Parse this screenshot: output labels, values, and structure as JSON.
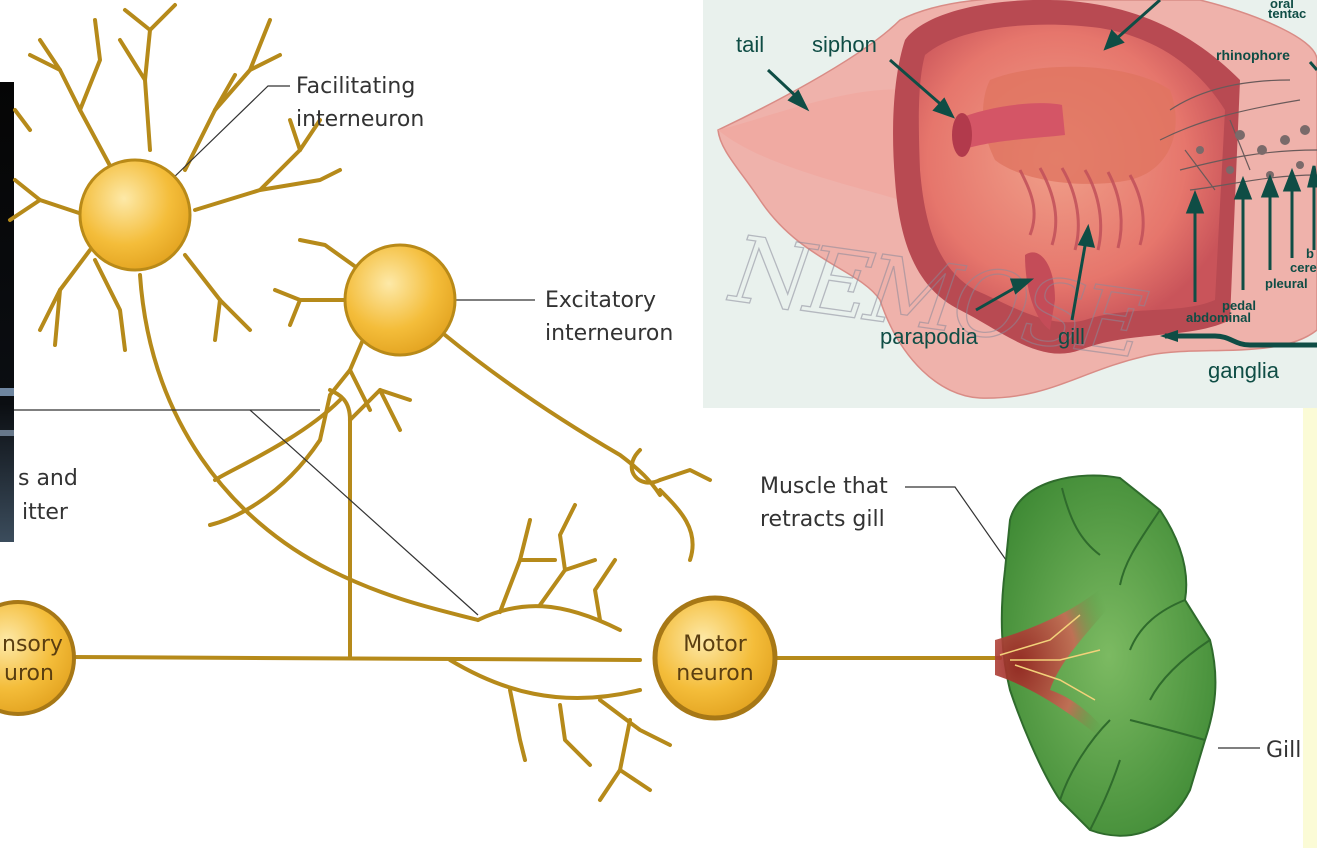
{
  "colors": {
    "axon": "#b68a1a",
    "soma_fill": "#f2b62d",
    "soma_stroke": "#b98a18",
    "gill_green": "#4f9a3f",
    "gill_dark": "#2f6b2c",
    "aplysia_teal": "#0f4d45",
    "aplysia_body": "#e87a72",
    "aplysia_panel": "#e6f0ec",
    "photo_dark": "#0a0a0a"
  },
  "neural_circuit": {
    "facilitating_label_1": "Facilitating",
    "facilitating_label_2": "interneuron",
    "excitatory_label_1": "Excitatory",
    "excitatory_label_2": "interneuron",
    "muscle_label_1": "Muscle that",
    "muscle_label_2": "retracts gill",
    "gill_label": "Gill",
    "motor_label_1": "Motor",
    "motor_label_2": "neuron",
    "sensory_label_1": "nsory",
    "sensory_label_2": "uron",
    "partial_label_1": "s and",
    "partial_label_2": "itter"
  },
  "aplysia": {
    "tail": "tail",
    "siphon": "siphon",
    "oral_tentacle_1": "oral",
    "oral_tentacle_2": "tentac",
    "rhinophore": "rhinophore",
    "parapodia": "parapodia",
    "gill": "gill",
    "abdominal": "abdominal",
    "pedal": "pedal",
    "pleural": "pleural",
    "cerebral": "cere",
    "buccal": "b",
    "ganglia": "ganglia",
    "watermark": "NEMOSE"
  }
}
